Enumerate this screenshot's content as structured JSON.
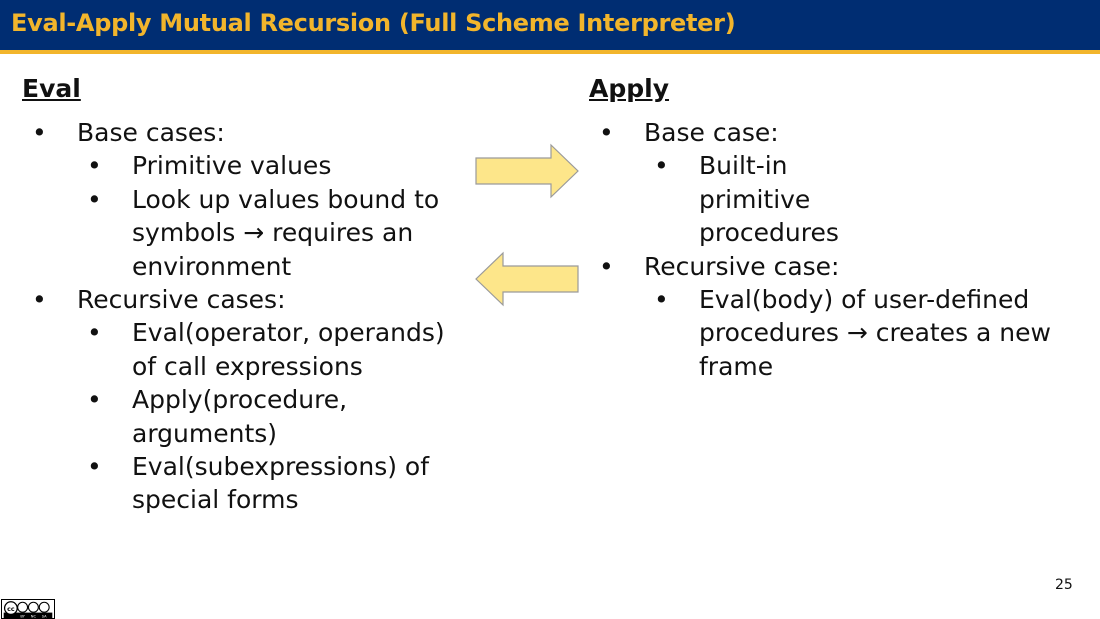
{
  "header": {
    "title": "Eval-Apply Mutual Recursion (Full Scheme Interpreter)"
  },
  "eval": {
    "heading": "Eval",
    "items": [
      {
        "label": "Base cases:",
        "sub": [
          "Primitive values",
          "Look up values bound to symbols → requires an environment"
        ]
      },
      {
        "label": "Recursive cases:",
        "sub": [
          "Eval(operator, operands) of call expressions",
          "Apply(procedure, arguments)",
          "Eval(subexpressions) of special forms"
        ]
      }
    ]
  },
  "apply": {
    "heading": "Apply",
    "items": [
      {
        "label": "Base case:",
        "sub": [
          "Built-in primitive procedures"
        ]
      },
      {
        "label": "Recursive case:",
        "sub": [
          "Eval(body) of user-defined procedures → creates a new frame"
        ]
      }
    ]
  },
  "footer": {
    "page_number": "25",
    "license_badge": "CC BY NC SA"
  },
  "colors": {
    "header_bg": "#002d72",
    "accent": "#f2b52c",
    "arrow_fill": "#fde68a",
    "arrow_stroke": "#9a9a9a"
  }
}
